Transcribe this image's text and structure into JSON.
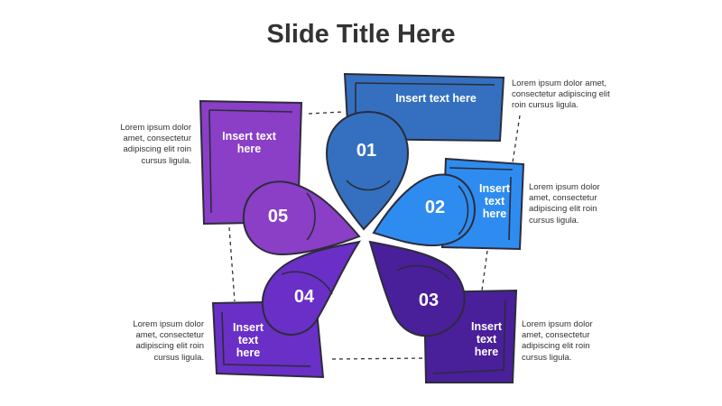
{
  "slide": {
    "title": "Slide Title Here"
  },
  "colors": {
    "c01": "#3470bf",
    "c02": "#2e8cf0",
    "c03": "#4a1f9a",
    "c04": "#6a2fc6",
    "c05": "#8a3fc6",
    "outline": "#2c2c3a"
  },
  "steps": [
    {
      "number": "01",
      "label": "Insert text here",
      "description": "Lorem ipsum dolor amet, consectetur adipiscing elit roin cursus ligula."
    },
    {
      "number": "02",
      "label": "Insert text here",
      "description": "Lorem ipsum dolor amet, consectetur adipiscing elit roin cursus ligula."
    },
    {
      "number": "03",
      "label": "Insert text here",
      "description": "Lorem ipsum dolor amet, consectetur adipiscing elit roin cursus ligula."
    },
    {
      "number": "04",
      "label": "Insert text here",
      "description": "Lorem ipsum dolor amet, consectetur adipiscing elit roin cursus ligula."
    },
    {
      "number": "05",
      "label": "Insert text here",
      "description": "Lorem ipsum dolor amet, consectetur adipiscing elit roin cursus ligula."
    }
  ]
}
